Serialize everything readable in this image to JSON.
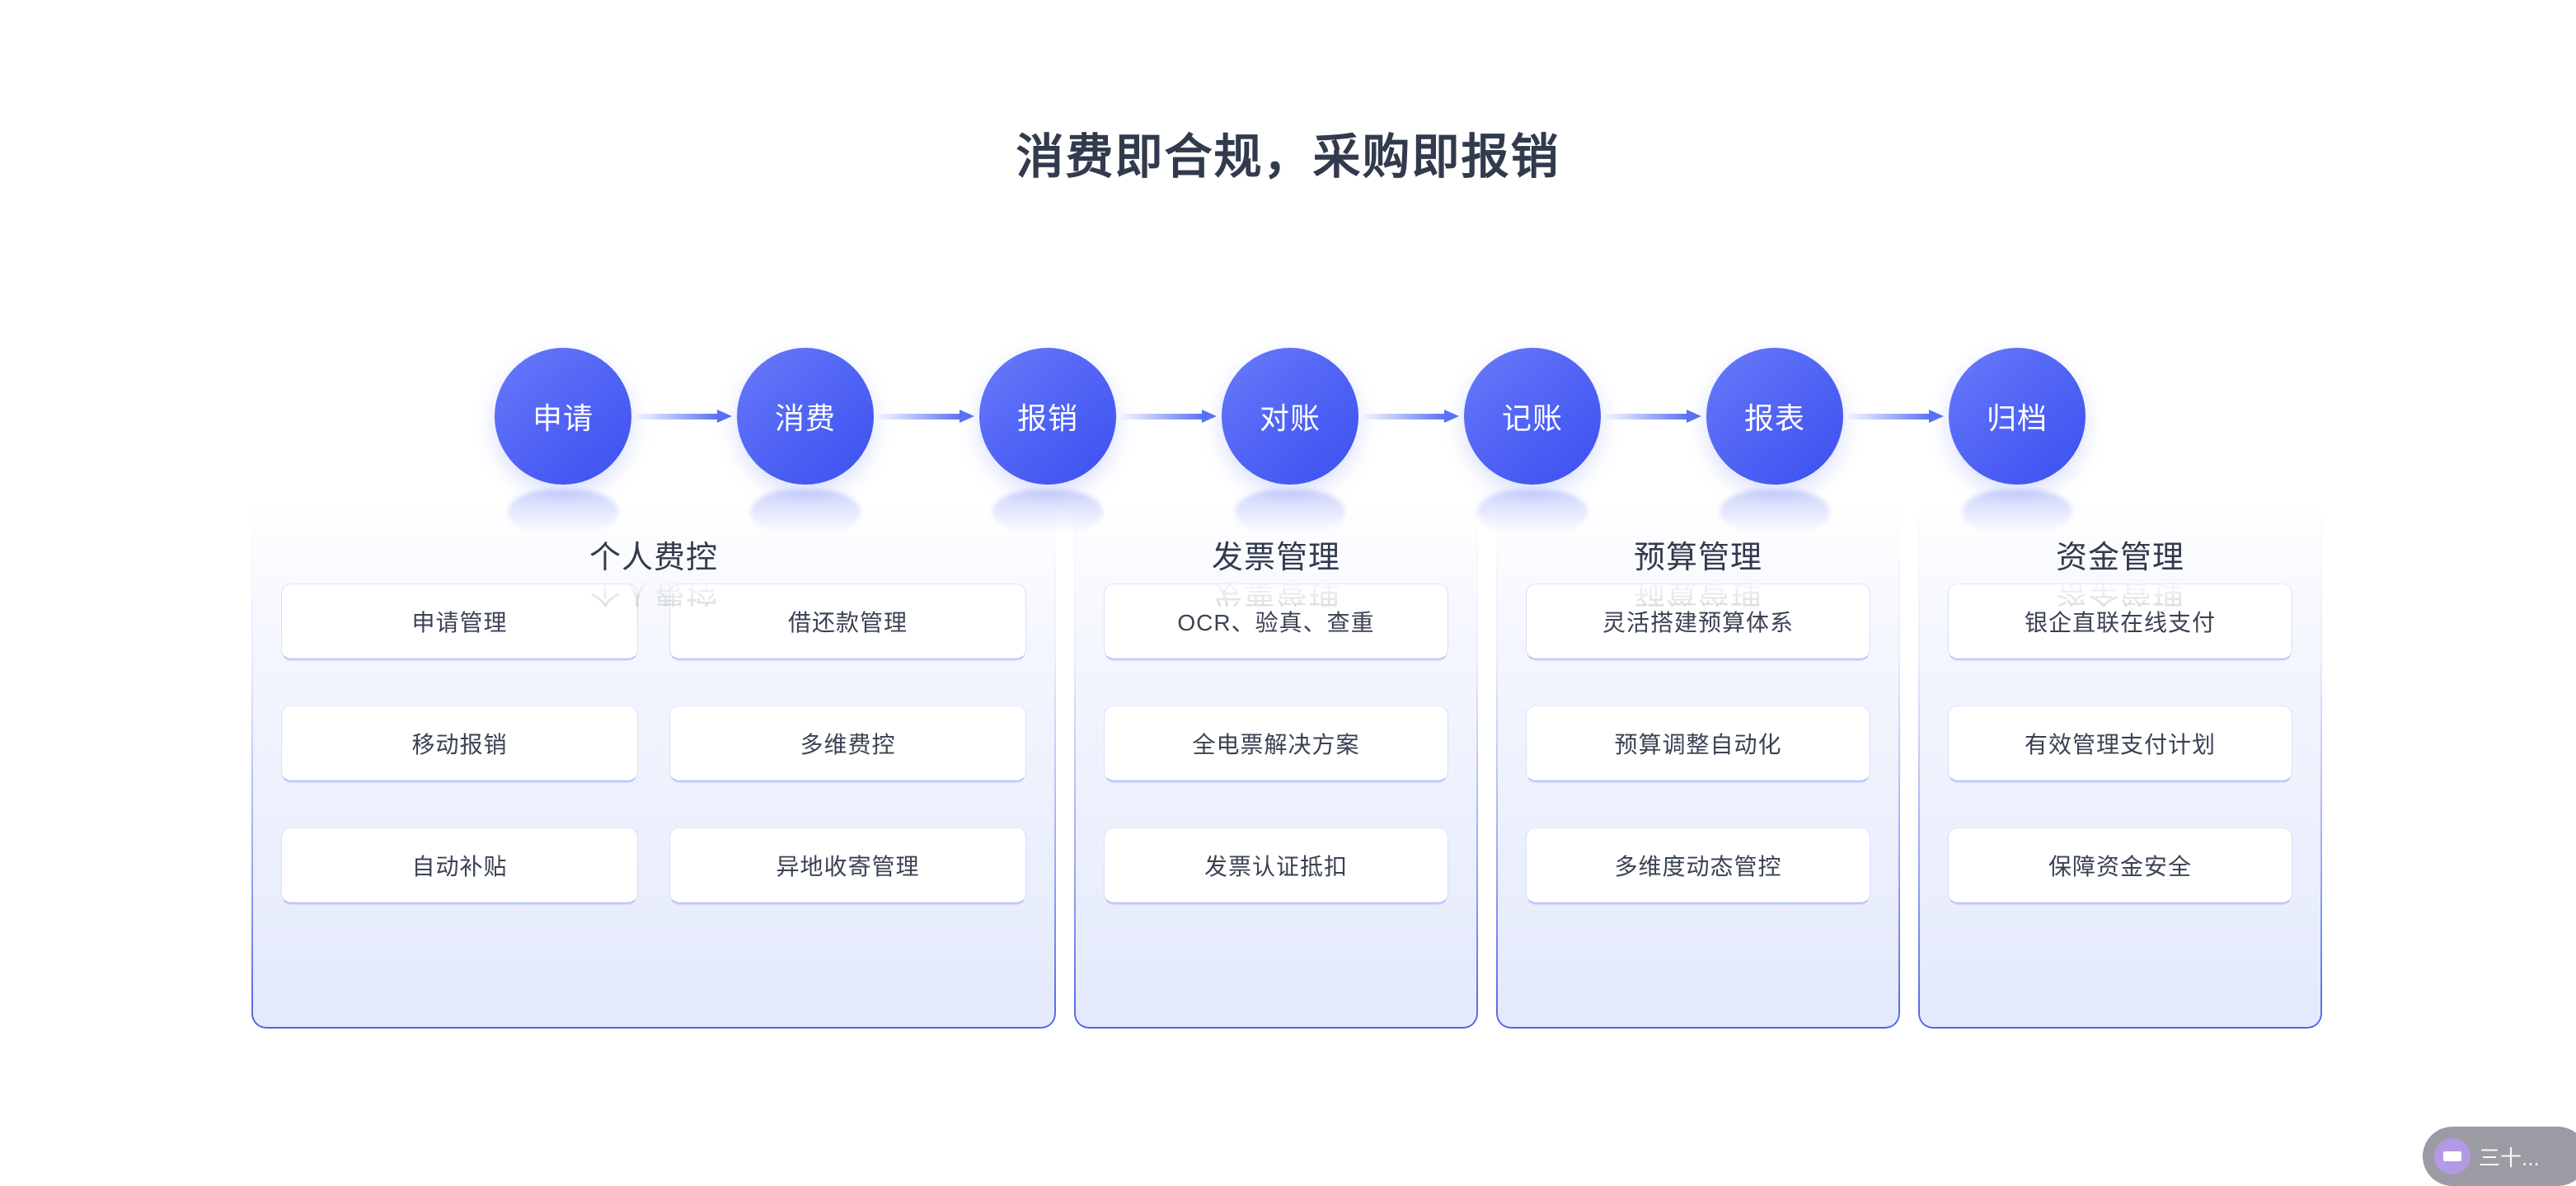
{
  "page": {
    "title": "消费即合规，采购即报销",
    "title_color": "#323b4d",
    "background": "#ffffff",
    "accent": "#4f63e8",
    "circle_gradient_from": "#6a7bf9",
    "circle_gradient_to": "#3b4ff0",
    "arrow_color": "#5b72f5"
  },
  "flow": {
    "steps": [
      {
        "label": "申请"
      },
      {
        "label": "消费"
      },
      {
        "label": "报销"
      },
      {
        "label": "对账"
      },
      {
        "label": "记账"
      },
      {
        "label": "报表"
      },
      {
        "label": "归档"
      }
    ]
  },
  "panels": [
    {
      "title": "个人费控",
      "columns": 2,
      "items": [
        "申请管理",
        "借还款管理",
        "移动报销",
        "多维费控",
        "自动补贴",
        "异地收寄管理"
      ]
    },
    {
      "title": "发票管理",
      "columns": 1,
      "items": [
        "OCR、验真、查重",
        "全电票解决方案",
        "发票认证抵扣"
      ]
    },
    {
      "title": "预算管理",
      "columns": 1,
      "items": [
        "灵活搭建预算体系",
        "预算调整自动化",
        "多维度动态管控"
      ]
    },
    {
      "title": "资金管理",
      "columns": 1,
      "items": [
        "银企直联在线支付",
        "有效管理支付计划",
        "保障资金安全"
      ]
    }
  ],
  "float_widget": {
    "icon": "person-chat-icon",
    "text": "三十..."
  }
}
